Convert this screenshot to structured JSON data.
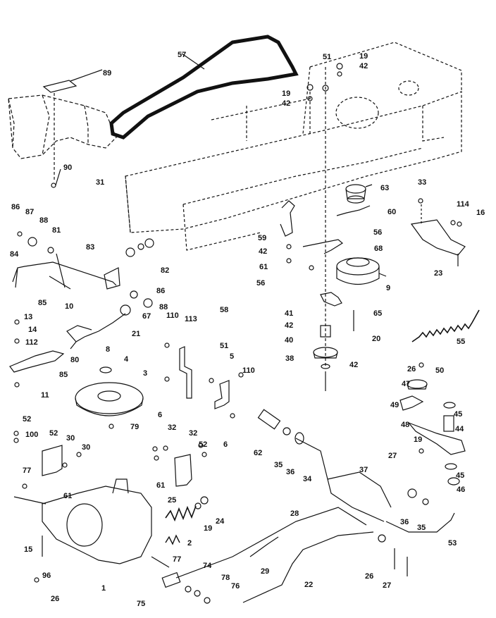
{
  "diagram": {
    "ink_color": "#111111",
    "background": "#ffffff",
    "labels": [
      "89",
      "57",
      "51",
      "19",
      "42",
      "19",
      "42",
      "90",
      "31",
      "63",
      "33",
      "60",
      "114",
      "16",
      "86",
      "87",
      "88",
      "81",
      "83",
      "59",
      "42",
      "56",
      "68",
      "82",
      "61",
      "56",
      "23",
      "84",
      "9",
      "85",
      "86",
      "58",
      "41",
      "42",
      "65",
      "13",
      "10",
      "67",
      "88",
      "110",
      "113",
      "21",
      "40",
      "20",
      "55",
      "14",
      "112",
      "80",
      "51",
      "5",
      "38",
      "42",
      "26",
      "50",
      "85",
      "8",
      "4",
      "3",
      "110",
      "11",
      "47",
      "49",
      "45",
      "52",
      "100",
      "52",
      "30",
      "32",
      "32",
      "30",
      "79",
      "62",
      "48",
      "44",
      "52",
      "6",
      "6",
      "35",
      "36",
      "19",
      "27",
      "77",
      "61",
      "61",
      "37",
      "45",
      "46",
      "34",
      "25",
      "28",
      "24",
      "19",
      "15",
      "36",
      "35",
      "2",
      "53",
      "77",
      "26",
      "96",
      "74",
      "29",
      "78",
      "76",
      "22",
      "27",
      "26",
      "1",
      "75"
    ]
  }
}
